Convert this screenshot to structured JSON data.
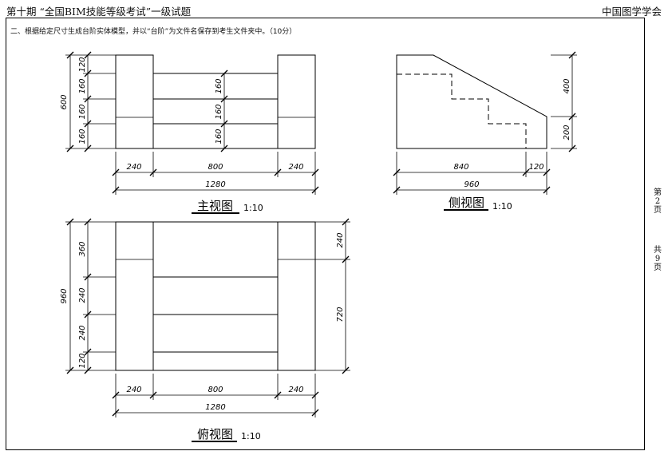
{
  "header": {
    "left": "第十期 “全国BIM技能等级考试”一级试题",
    "right": "中国图学学会"
  },
  "question": "二、根据给定尺寸生成台阶实体模型，并以“台阶”为文件名保存到考生文件夹中。（10分）",
  "side_note": {
    "page": "第2页",
    "total": "共9页"
  },
  "front_view": {
    "title": "主视图",
    "scale": "1:10",
    "dims": {
      "total_height": "600",
      "left_steps": [
        "120",
        "160",
        "160",
        "160"
      ],
      "center_steps": [
        "160",
        "160",
        "160"
      ],
      "bottom_widths": [
        "240",
        "800",
        "240"
      ],
      "total_width": "1280"
    }
  },
  "side_view": {
    "title": "侧视图",
    "scale": "1:10",
    "dims": {
      "right_heights": [
        "400",
        "200"
      ],
      "bottom_widths": [
        "840",
        "120"
      ],
      "total_width": "960"
    }
  },
  "top_view": {
    "title": "俯视图",
    "scale": "1:10",
    "dims": {
      "total_depth": "960",
      "left_steps": [
        "360",
        "240",
        "240",
        "120"
      ],
      "right_dims": [
        "240",
        "720"
      ],
      "bottom_widths": [
        "240",
        "800",
        "240"
      ],
      "total_width": "1280"
    }
  }
}
